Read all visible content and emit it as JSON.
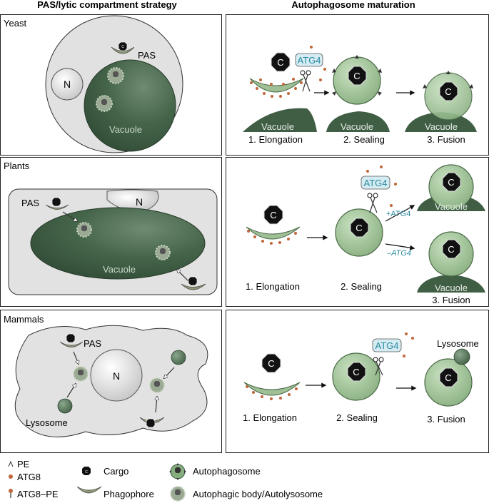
{
  "headers": {
    "left": "PAS/lytic compartment strategy",
    "right": "Autophagosome maturation"
  },
  "rows": [
    {
      "name": "Yeast"
    },
    {
      "name": "Plants"
    },
    {
      "name": "Mammals"
    }
  ],
  "labels": {
    "N": "N",
    "PAS": "PAS",
    "vacuole": "Vacuole",
    "lysosome": "Lysosome",
    "cargo": "C",
    "atg4": "ATG4",
    "plus_atg4": "+ATG4",
    "minus_atg4": "–ATG4"
  },
  "steps": {
    "elongation": "1. Elongation",
    "sealing": "2. Sealing",
    "fusion": "3. Fusion"
  },
  "legend": {
    "pe": "PE",
    "atg8": "ATG8",
    "atg8_pe": "ATG8–PE",
    "cargo": "Cargo",
    "phagophore": "Phagophore",
    "autophagosome": "Autophagosome",
    "autophagic_body": "Autophagic body/Autolysosome"
  },
  "colors": {
    "vacuole": "#3f5e44",
    "cell": "#e2e2e2",
    "membrane": "#9fbf96",
    "ap_fill": "#a9cba0",
    "phagophore": "#8f9a78",
    "cargo": "#111111",
    "atg8": "#c0663a",
    "atg4_text": "#2a8aa0",
    "atg4_box": "#d6ecf3"
  }
}
